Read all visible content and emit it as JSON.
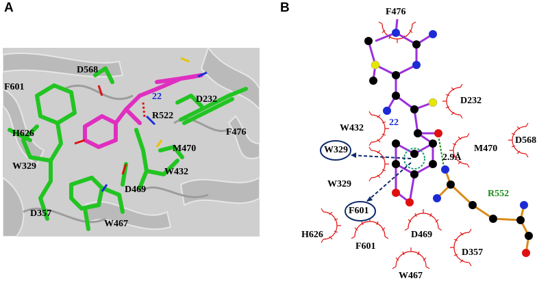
{
  "panels": {
    "a": {
      "letter": "A"
    },
    "b": {
      "letter": "B"
    }
  },
  "panel_a_labels": {
    "d568": "D568",
    "f601": "F601",
    "ligand": "22",
    "d232": "D232",
    "r522": "R522",
    "f476": "F476",
    "h626": "H626",
    "m470": "M470",
    "w329": "W329",
    "w432": "W432",
    "d469": "D469",
    "d357": "D357",
    "w467": "W467"
  },
  "panel_b_labels": {
    "f476": "F476",
    "d232": "D232",
    "ligand": "22",
    "w432": "W432",
    "w329_circled": "W329",
    "m470": "M470",
    "d568": "D568",
    "distance": "2.9Å",
    "w329": "W329",
    "r552": "R552",
    "f601_circled": "F601",
    "h626": "H626",
    "d469": "D469",
    "f601": "F601",
    "d357": "D357",
    "w467": "W467"
  },
  "colors": {
    "ligand_bond": "#9b30d9",
    "residue_bond": "#d98a1a",
    "carbon": "#000000",
    "nitrogen": "#1c2bd6",
    "oxygen": "#e01010",
    "sulfur": "#e6e600",
    "hydrophobic_arc": "#e01010",
    "hbond": "#1a8a1a",
    "pi_stack": "#0e2a6b",
    "stick_green": "#22c422",
    "stick_magenta": "#e02ec0"
  }
}
